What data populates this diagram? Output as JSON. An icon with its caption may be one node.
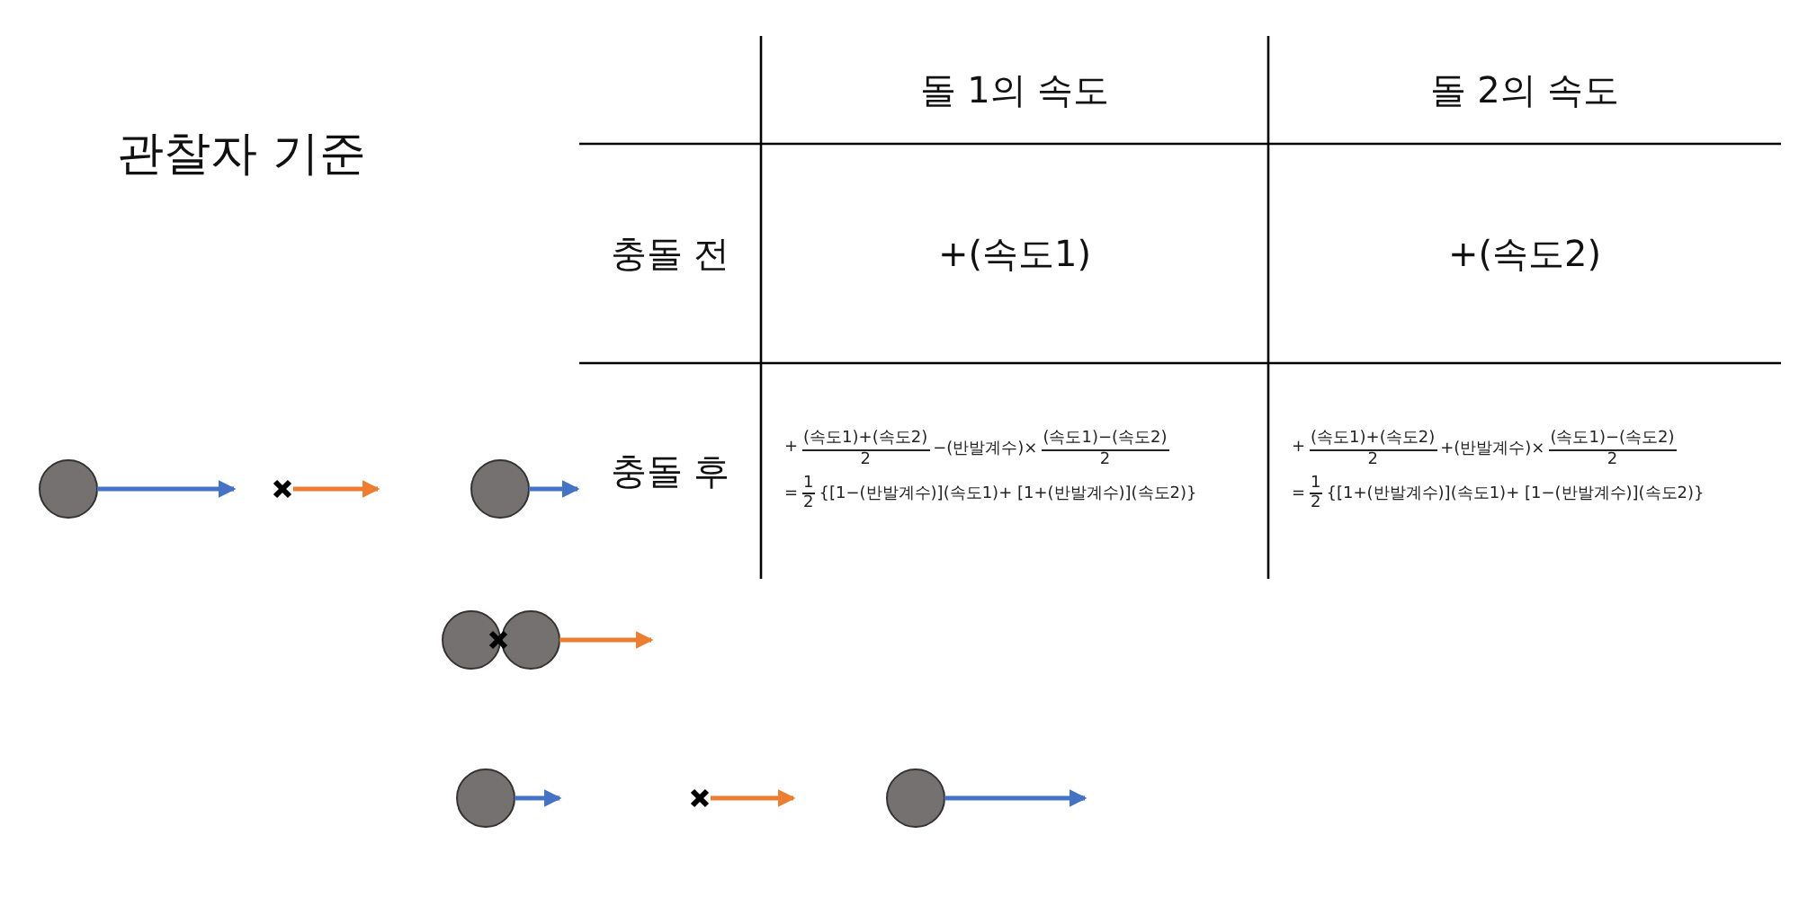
{
  "diagram": {
    "title": "관찰자 기준",
    "labels": [
      "돌 1의 속도",
      "돌 2의 속도",
      "충돌 전",
      "+(속도1)",
      "+(속도2)",
      "충돌 후",
      "+",
      "(속도1)+(속도2)",
      "2",
      "−(반발계수)×",
      "(속도1)−(속도2)",
      "2",
      "=",
      "1",
      "2",
      "{[1−(반발계수)](속도1)+ [1+(반발계수)](속도2)}",
      "+",
      "(속도1)+(속도2)",
      "2",
      "+(반발계수)×",
      "(속도1)−(속도2)",
      "2",
      "=",
      "1",
      "2",
      "{[1+(반발계수)](속도1)+ [1−(반발계수)](속도2)}"
    ]
  }
}
